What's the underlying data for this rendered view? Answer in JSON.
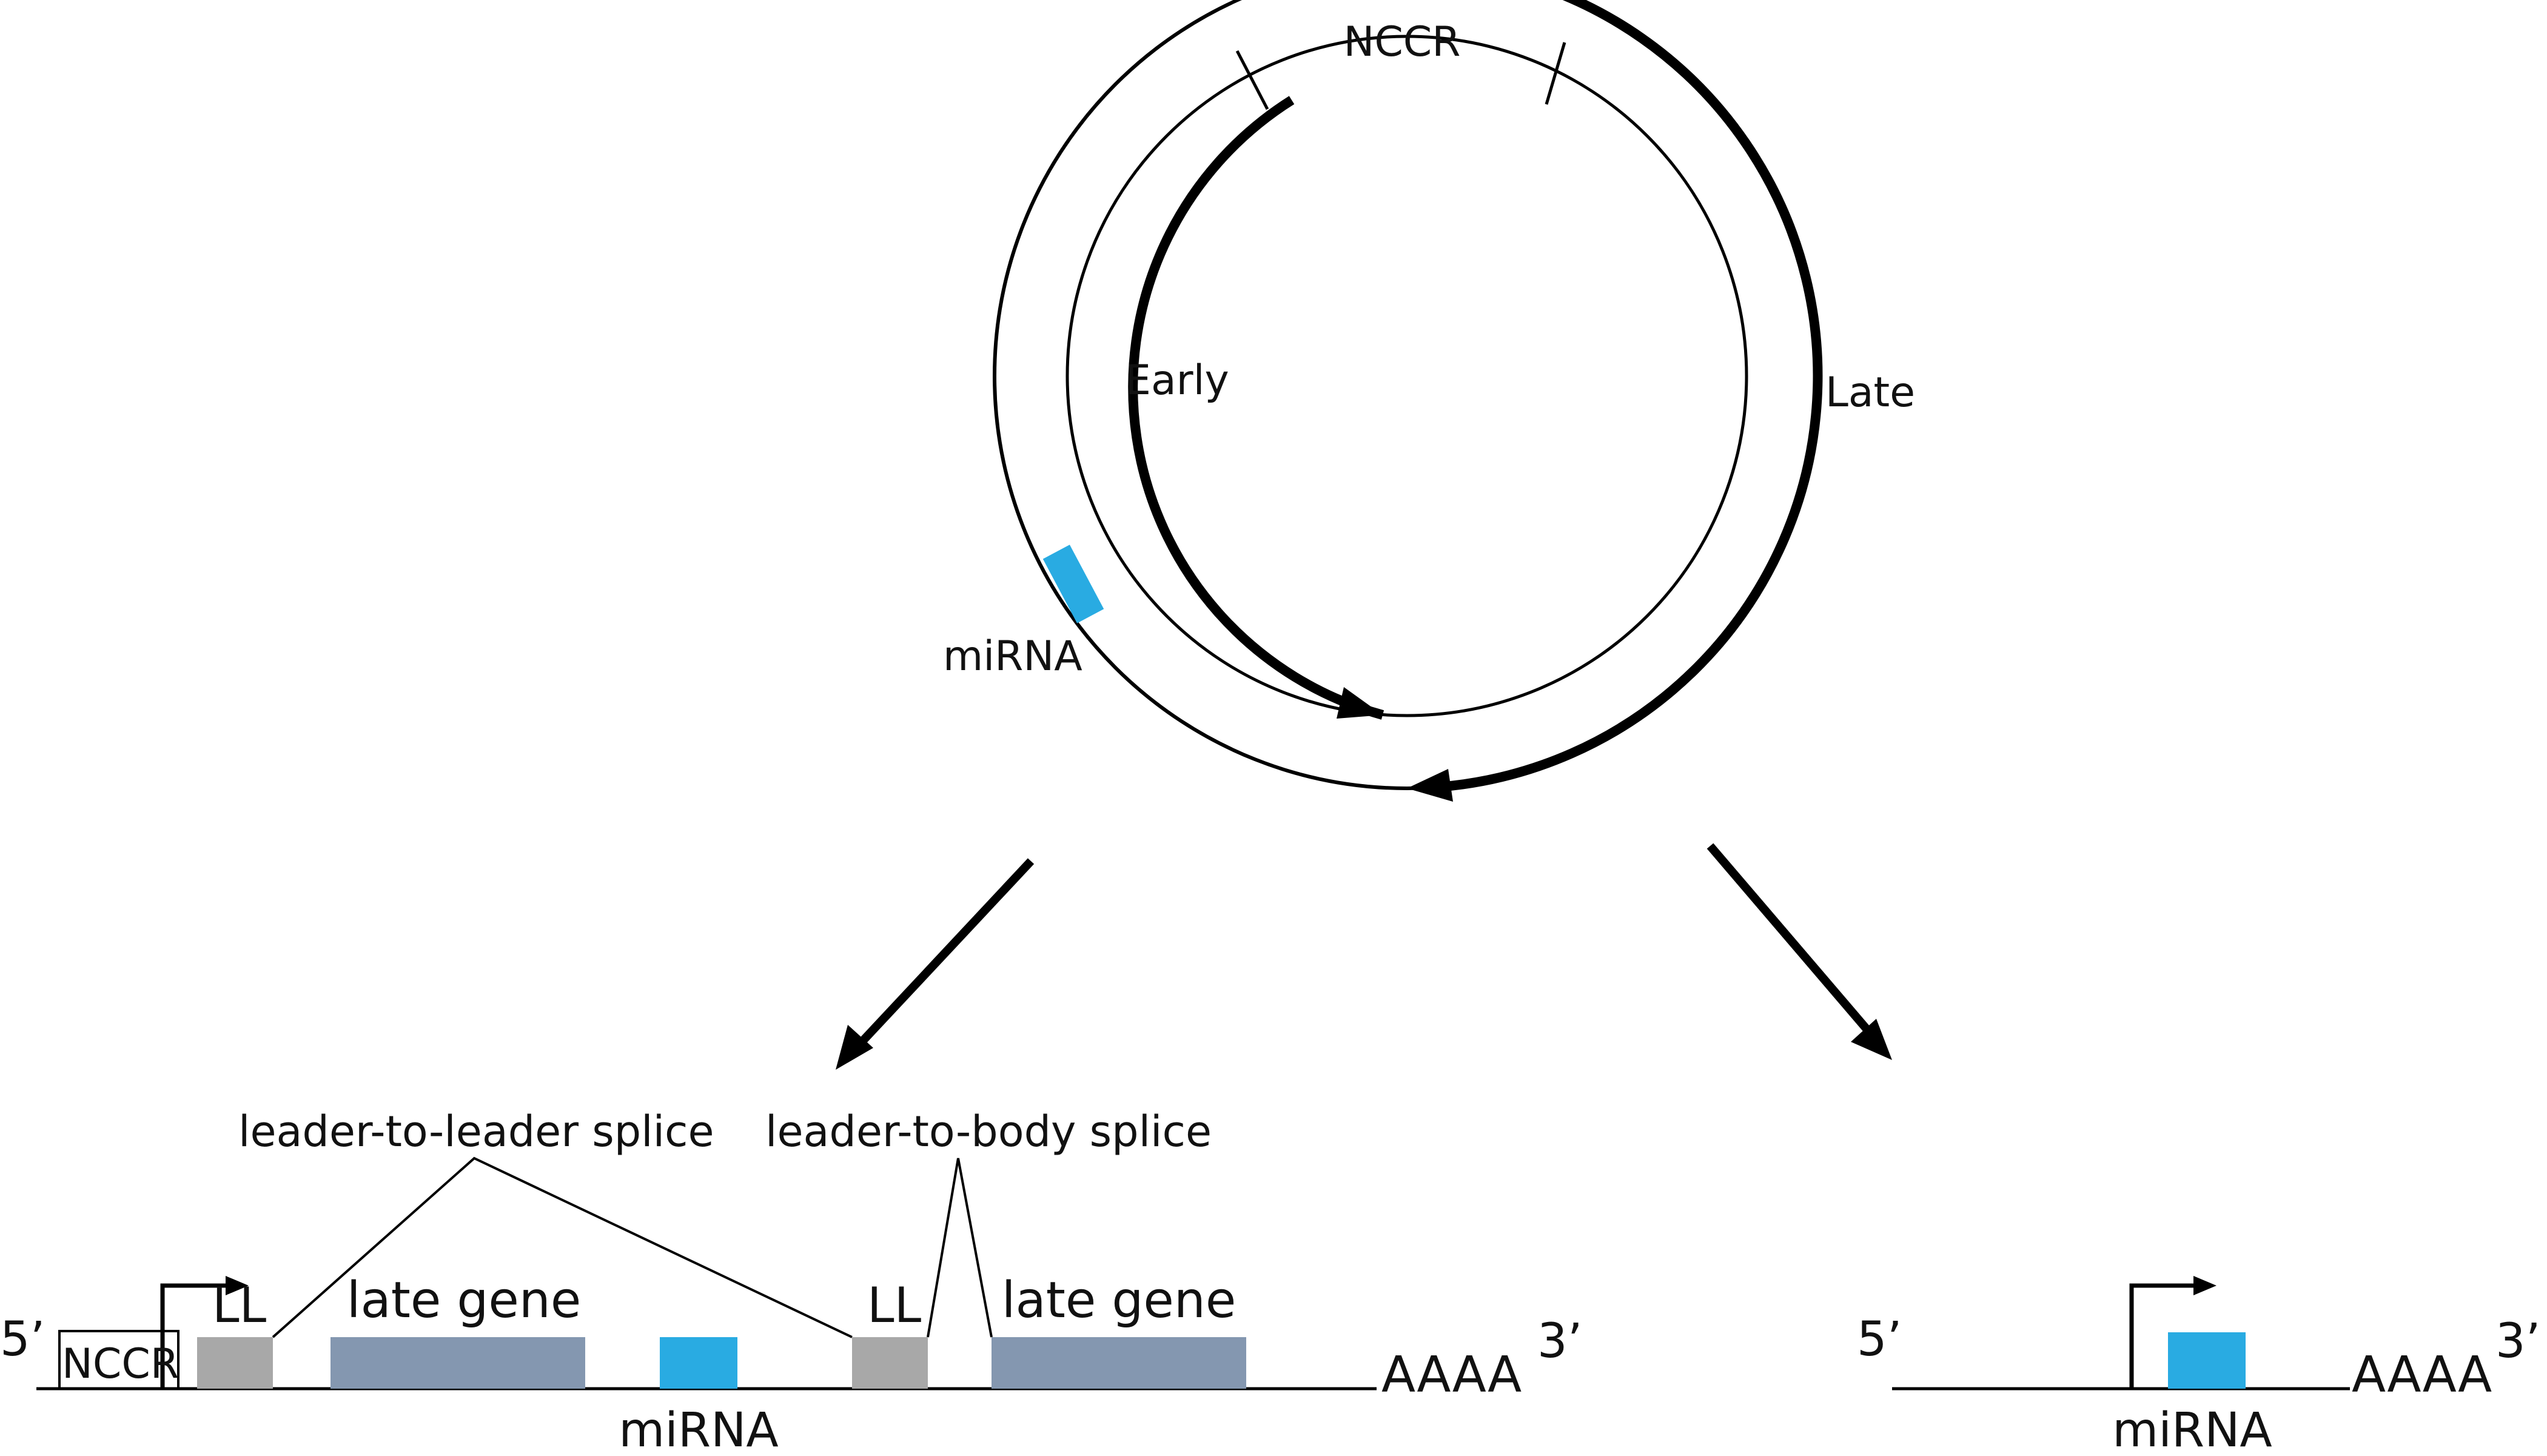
{
  "genome": {
    "nccr_label": "NCCR",
    "early_label": "Early",
    "late_label": "Late",
    "mirna_label": "miRNA"
  },
  "left_transcript": {
    "five_prime": "5’",
    "three_prime": "3’",
    "nccr_label": "NCCR",
    "leader_label_1": "LL",
    "leader_label_2": "LL",
    "late_gene_label_1": "late gene",
    "late_gene_label_2": "late gene",
    "splice_leader_to_leader": "leader-to-leader splice",
    "splice_leader_to_body": "leader-to-body splice",
    "polya": "AAAA",
    "mirna_label": "miRNA"
  },
  "right_transcript": {
    "five_prime": "5’",
    "three_prime": "3’",
    "polya": "AAAA",
    "mirna_label": "miRNA"
  },
  "colors": {
    "mirna": "#29ABE2",
    "leader": "#A8A8A8",
    "late_gene": "#8497B0",
    "line": "#000000"
  }
}
